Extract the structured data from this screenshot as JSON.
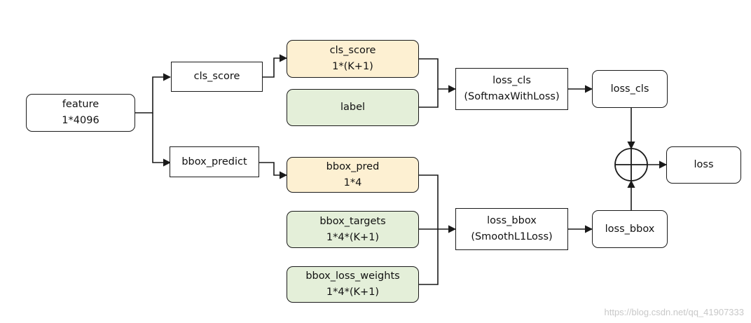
{
  "nodes": {
    "feature": {
      "line1": "feature",
      "line2": "1*4096"
    },
    "cls_score_layer": {
      "line1": "cls_score"
    },
    "bbox_predict_layer": {
      "line1": "bbox_predict"
    },
    "cls_score_blob": {
      "line1": "cls_score",
      "line2": "1*(K+1)"
    },
    "label_blob": {
      "line1": "label"
    },
    "bbox_pred_blob": {
      "line1": "bbox_pred",
      "line2": "1*4"
    },
    "bbox_targets_blob": {
      "line1": "bbox_targets",
      "line2": "1*4*(K+1)"
    },
    "bbox_loss_weights_blob": {
      "line1": "bbox_loss_weights",
      "line2": "1*4*(K+1)"
    },
    "loss_cls_layer": {
      "line1": "loss_cls",
      "line2": "(SoftmaxWithLoss)"
    },
    "loss_bbox_layer": {
      "line1": "loss_bbox",
      "line2": "(SmoothL1Loss)"
    },
    "loss_cls_out": {
      "line1": "loss_cls"
    },
    "loss_bbox_out": {
      "line1": "loss_bbox"
    },
    "loss_out": {
      "line1": "loss"
    }
  },
  "colors": {
    "score_fill": "#fdf0d2",
    "input_fill": "#e4efd9",
    "plain_fill": "#ffffff",
    "stroke": "#1a1a1a"
  },
  "icons": {
    "sum_node": "circle-plus-icon"
  },
  "watermark": "https://blog.csdn.net/qq_41907333"
}
